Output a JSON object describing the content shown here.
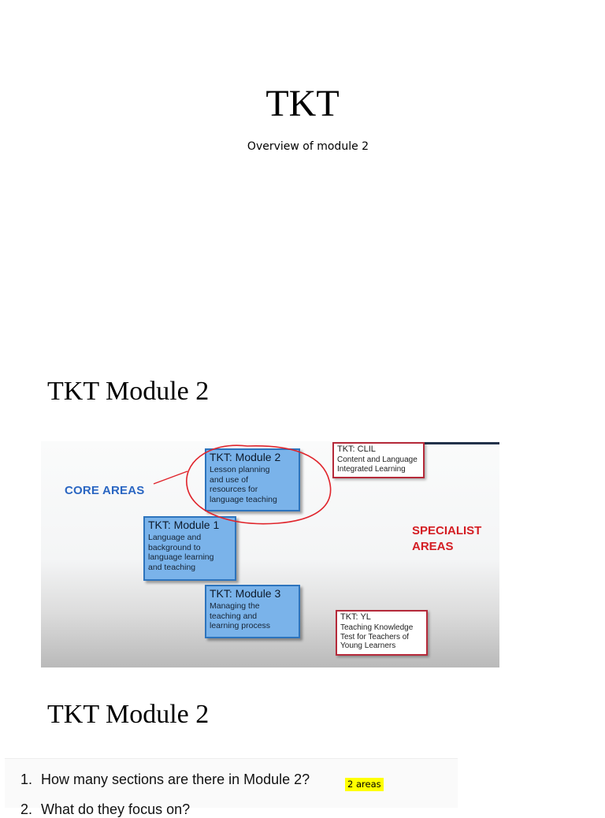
{
  "title": "TKT",
  "subtitle": "Overview of module 2",
  "sections": [
    {
      "heading": "TKT Module 2"
    },
    {
      "heading": "TKT Module 2"
    }
  ],
  "diagram": {
    "core_label": "CORE AREAS",
    "specialist_label_line1": "SPECIALIST",
    "specialist_label_line2": "AREAS",
    "modules": [
      {
        "title": "TKT: Module 2",
        "desc": [
          "Lesson planning",
          "and use of",
          "resources for",
          "language teaching"
        ]
      },
      {
        "title": "TKT: Module 1",
        "desc": [
          "Language and",
          "background to",
          "language learning",
          "and teaching"
        ]
      },
      {
        "title": "TKT: Module 3",
        "desc": [
          "Managing the",
          "teaching and",
          "learning process"
        ]
      }
    ],
    "specialist": [
      {
        "title": "TKT: CLIL",
        "desc": [
          "Content and Language",
          "Integrated Learning"
        ]
      },
      {
        "title": "TKT: YL",
        "desc": [
          "Teaching Knowledge",
          "Test for Teachers of",
          "Young Learners"
        ]
      }
    ],
    "colors": {
      "module_fill": "#7ab3ea",
      "module_border": "#2d74bd",
      "specialist_border": "#b52a3a",
      "annotation": "#e0242b",
      "core_text": "#2a66c2",
      "specialist_text": "#d41d23"
    }
  },
  "questions": [
    {
      "number": "1.",
      "text": "How many sections are there in Module 2?"
    },
    {
      "number": "2.",
      "text": "What do they focus on?"
    }
  ],
  "answer": "2 areas",
  "highlight_color": "#ffff00"
}
